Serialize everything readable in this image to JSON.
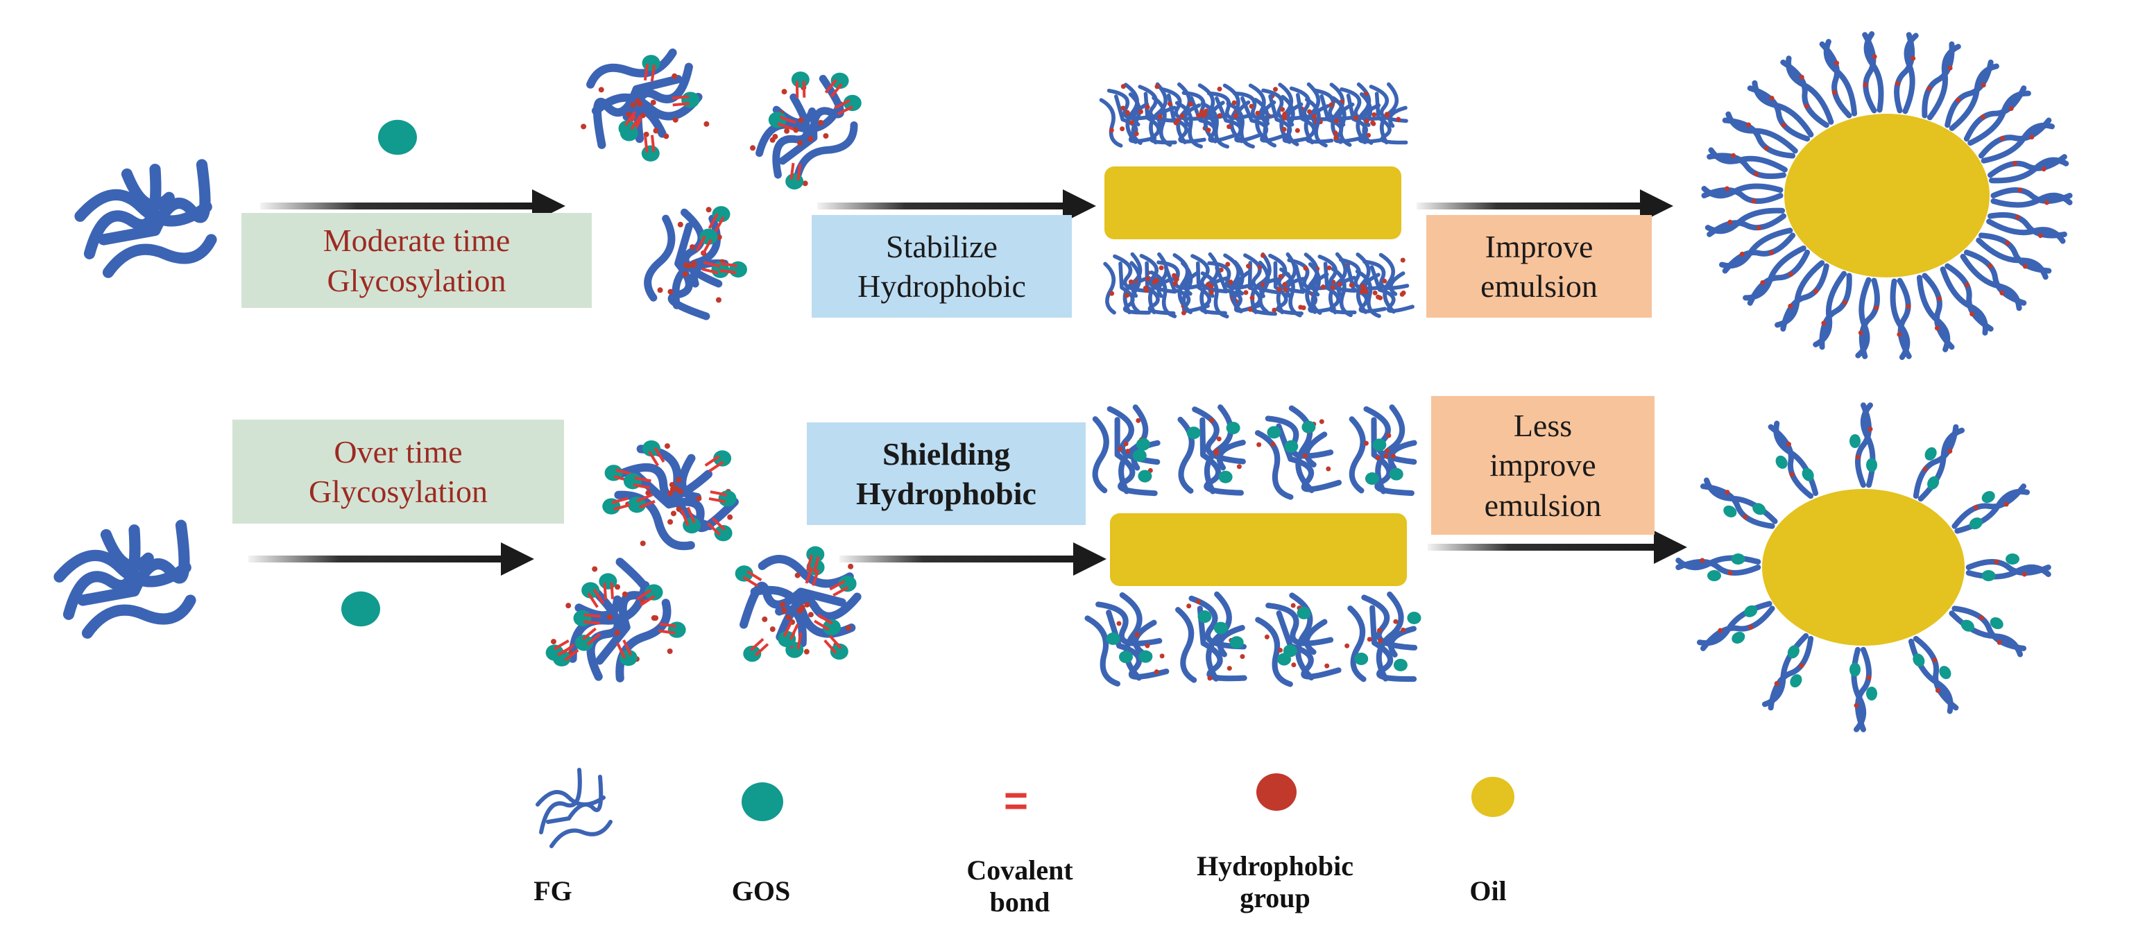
{
  "colors": {
    "chain": "#3c64b4",
    "gos": "#119a8e",
    "covalent": "#e23a36",
    "hydrophobic": "#c1392b",
    "oil": "#e4c21f",
    "arrow": "#1b1b1b",
    "label_green_bg": "#d3e3d3",
    "label_blue_bg": "#bcdcf2",
    "label_peach_bg": "#f7c39b"
  },
  "rows": [
    {
      "step1_label": "Moderate time\nGlycosylation",
      "step2_label": "Stabilize\nHydrophobic",
      "step3_label": "Improve\nemulsion"
    },
    {
      "step1_label": "Over time\nGlycosylation",
      "step2_label": "Shielding\nHydrophobic",
      "step3_label": "Less\nimprove\nemulsion"
    }
  ],
  "legend": {
    "items": [
      {
        "label": "FG",
        "icon": "chain-icon"
      },
      {
        "label": "GOS",
        "icon": "teal-dot-icon"
      },
      {
        "label": "Covalent\nbond",
        "icon": "double-bond-icon",
        "glyph": "="
      },
      {
        "label": "Hydrophobic\ngroup",
        "icon": "red-dot-icon"
      },
      {
        "label": "Oil",
        "icon": "yellow-dot-icon"
      }
    ]
  }
}
